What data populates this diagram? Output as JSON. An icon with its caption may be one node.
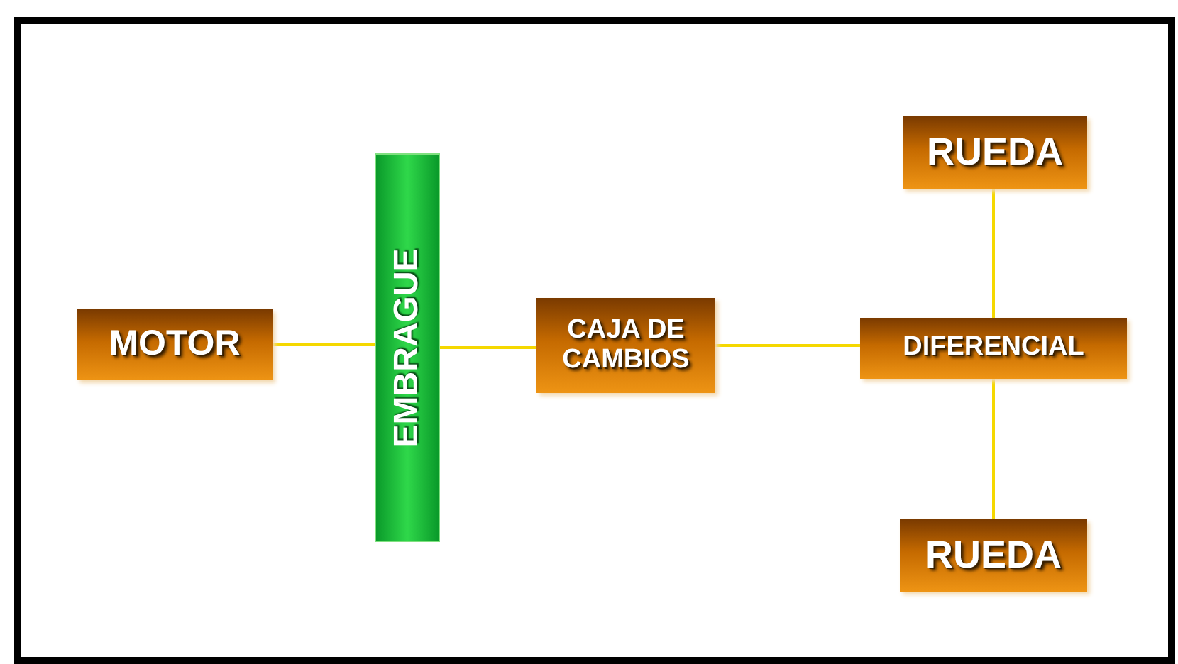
{
  "diagram": {
    "nodes": [
      {
        "text": [
          "MOTOR"
        ]
      },
      {
        "text": [
          "EMBRAGUE"
        ]
      },
      {
        "text": [
          "CAJA DE CAMBIOS"
        ]
      },
      {
        "text": [
          "RUEDA"
        ]
      },
      {
        "text": [
          "DIFERENCIAL"
        ]
      },
      {
        "text": [
          "RUEDA"
        ]
      }
    ],
    "edges": [
      {
        "from": 0,
        "to": 1,
        "arrow": "none"
      },
      {
        "from": 1,
        "to": 2,
        "arrow": "none"
      },
      {
        "from": 2,
        "to": 4,
        "arrow": "none"
      },
      {
        "from": 4,
        "to": 3,
        "arrow": "none"
      },
      {
        "from": 4,
        "to": 5,
        "arrow": "none"
      }
    ]
  }
}
